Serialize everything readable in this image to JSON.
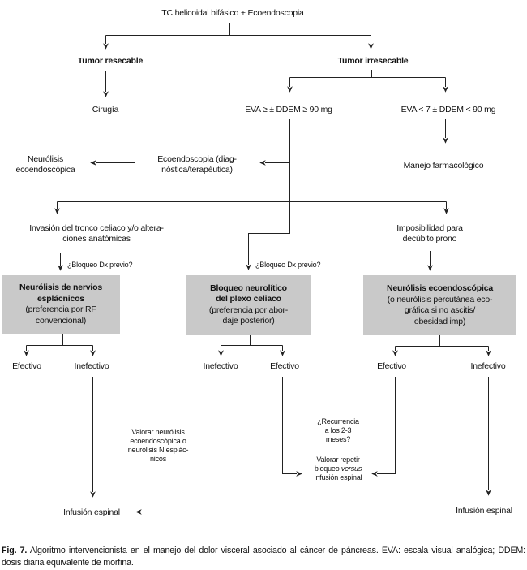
{
  "diagram": {
    "root": "TC helicoidal bifásico + Ecoendoscopia",
    "branch_resectable": {
      "label": "Tumor resecable",
      "outcome": "Cirugía"
    },
    "branch_unresectable": {
      "label": "Tumor irresecable",
      "eva_high": "EVA ≥ ± DDEM ≥ 90 mg",
      "eva_low": "EVA < 7 ± DDEM < 90 mg",
      "pharma": "Manejo farmacológico"
    },
    "eus": {
      "line1": "Ecoendoscopia (diag-",
      "line2": "nóstica/terapéutica)"
    },
    "eus_neurolysis": {
      "line1": "Neurólisis",
      "line2": "ecoendoscópica"
    },
    "invasion": {
      "line1": "Invasión del tronco celiaco y/o altera-",
      "line2": "ciones anatómicas"
    },
    "prone": {
      "line1": "Imposibilidad para",
      "line2": "decúbito prono"
    },
    "dx_block_question": "¿Bloqueo Dx previo?",
    "boxes": {
      "splanchnic": {
        "bold1": "Neurólisis de nervios",
        "bold2": "esplácnicos",
        "line3": "(preferencia por RF",
        "line4": "convencional)"
      },
      "celiac": {
        "bold1": "Bloqueo neurolítico",
        "bold2": "del plexo celiaco",
        "line3": "(preferencia por abor-",
        "line4": "daje posterior)"
      },
      "eus_box": {
        "bold1": "Neurólisis ecoendoscópica",
        "line2": "(o neurólisis percutánea eco-",
        "line3": "gráfica si no ascitis/",
        "line4": "obesidad imp)"
      }
    },
    "outcomes": {
      "effective": "Efectivo",
      "ineffective": "Inefectivo"
    },
    "notes": {
      "consider_neurolysis": {
        "l1": "Valorar neurólisis",
        "l2": "ecoendoscópica o",
        "l3": "neurólisis N esplác-",
        "l4": "nicos"
      },
      "recurrence": {
        "l1": "¿Recurrencia",
        "l2": "a los 2-3",
        "l3": "meses?"
      },
      "repeat_block": {
        "l1": "Valorar repetir",
        "l2a": "bloqueo ",
        "l2b": "versus",
        "l3": "infusión espinal"
      }
    },
    "spinal_infusion": "Infusión espinal"
  },
  "caption": {
    "label": "Fig. 7.",
    "text": " Algoritmo intervencionista en el manejo del dolor visceral asociado al cáncer de páncreas. EVA: escala visual analógica; DDEM: dosis diaria equivalente de morfina."
  },
  "colors": {
    "box_fill": "#c9c9c9",
    "line": "#222222",
    "text": "#111111",
    "background": "#ffffff"
  }
}
